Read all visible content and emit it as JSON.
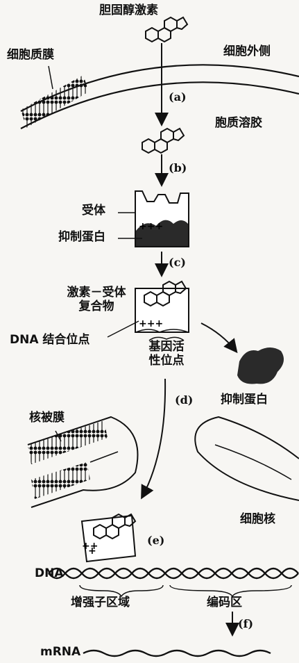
{
  "labels": {
    "hormone": "胆固醇激素",
    "plasma_membrane": "细胞质膜",
    "cell_exterior": "细胞外侧",
    "cytosol": "胞质溶胶",
    "receptor": "受体",
    "inhibitor_protein": "抑制蛋白",
    "complex_line1": "激素－受体",
    "complex_line2": "复合物",
    "dna_binding_site": "DNA 结合位点",
    "gene_activation_line1": "基因活",
    "gene_activation_line2": "性位点",
    "released_inhibitor": "抑制蛋白",
    "nuclear_envelope": "核被膜",
    "nucleus": "细胞核",
    "dna": "DNA",
    "enhancer_region": "增强子区域",
    "coding_region": "编码区",
    "mrna": "mRNA"
  },
  "steps": {
    "a": "(a)",
    "b": "(b)",
    "c": "(c)",
    "d": "(d)",
    "e": "(e)",
    "f": "(f)"
  }
}
